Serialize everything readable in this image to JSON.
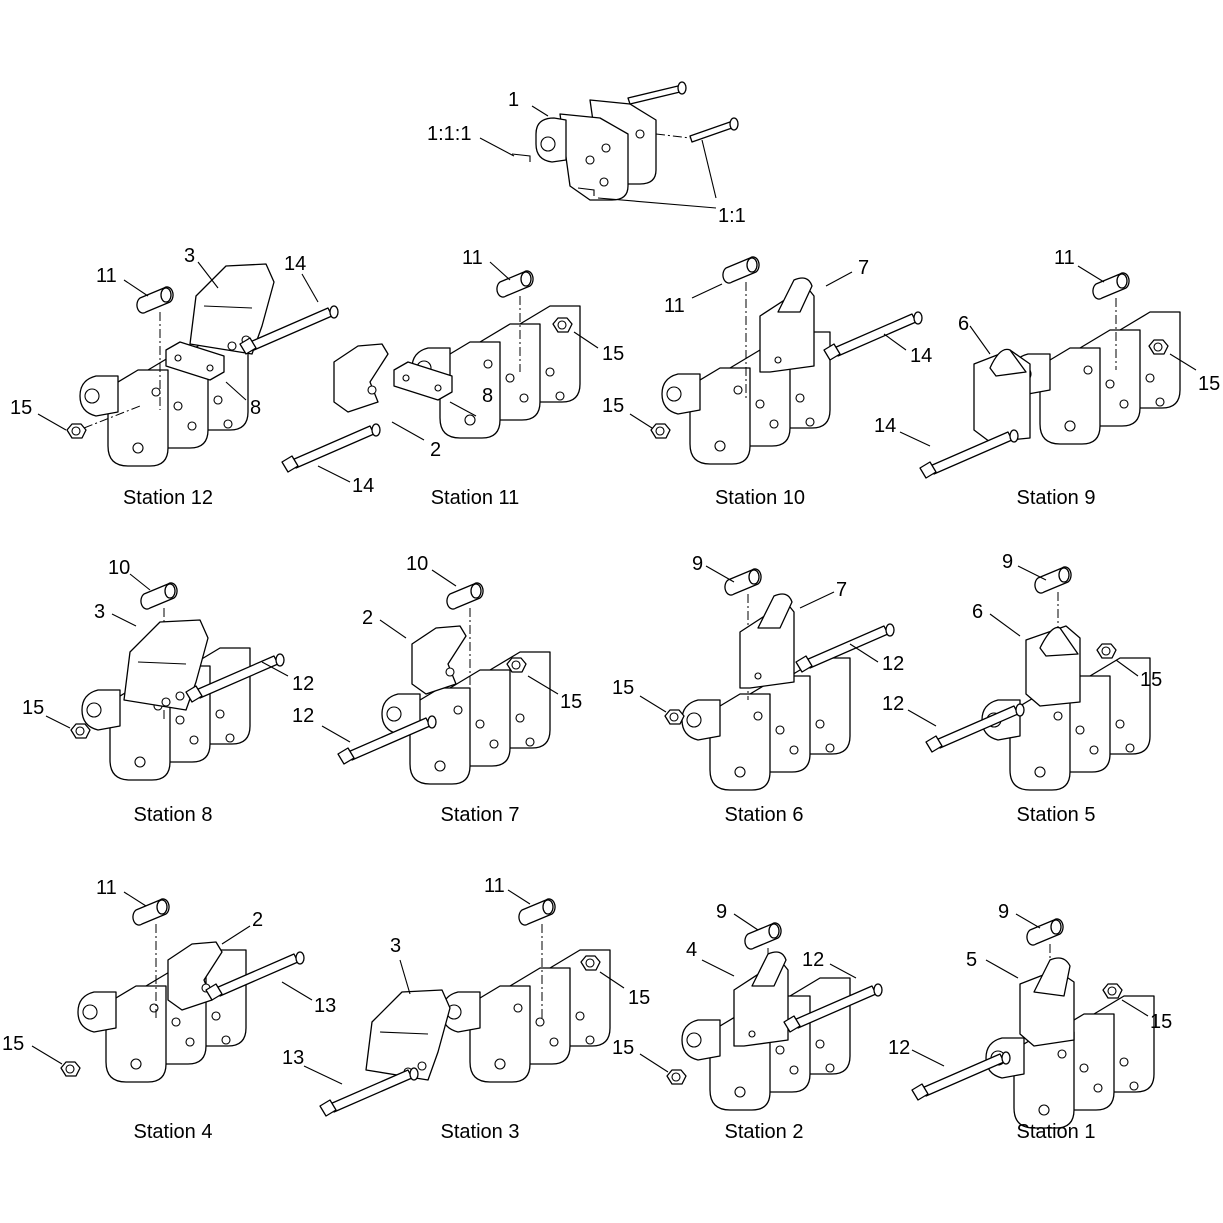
{
  "assembly": {
    "labels": {
      "main": "1",
      "pin": "1:1",
      "clip": "1:1:1"
    }
  },
  "stations": [
    {
      "caption": "Station 12",
      "labels": [
        "11",
        "3",
        "14",
        "8",
        "15"
      ]
    },
    {
      "caption": "Station 11",
      "labels": [
        "11",
        "15",
        "8",
        "2",
        "14"
      ]
    },
    {
      "caption": "Station 10",
      "labels": [
        "11",
        "7",
        "14",
        "15"
      ]
    },
    {
      "caption": "Station 9",
      "labels": [
        "11",
        "6",
        "15",
        "14"
      ]
    },
    {
      "caption": "Station 8",
      "labels": [
        "10",
        "3",
        "12",
        "15"
      ]
    },
    {
      "caption": "Station 7",
      "labels": [
        "10",
        "2",
        "15",
        "12"
      ]
    },
    {
      "caption": "Station 6",
      "labels": [
        "9",
        "7",
        "12",
        "15"
      ]
    },
    {
      "caption": "Station 5",
      "labels": [
        "9",
        "6",
        "15",
        "12"
      ]
    },
    {
      "caption": "Station 4",
      "labels": [
        "11",
        "2",
        "13",
        "15"
      ]
    },
    {
      "caption": "Station 3",
      "labels": [
        "11",
        "3",
        "15",
        "13"
      ]
    },
    {
      "caption": "Station 2",
      "labels": [
        "9",
        "4",
        "12",
        "15"
      ]
    },
    {
      "caption": "Station 1",
      "labels": [
        "9",
        "5",
        "15",
        "12"
      ]
    }
  ]
}
